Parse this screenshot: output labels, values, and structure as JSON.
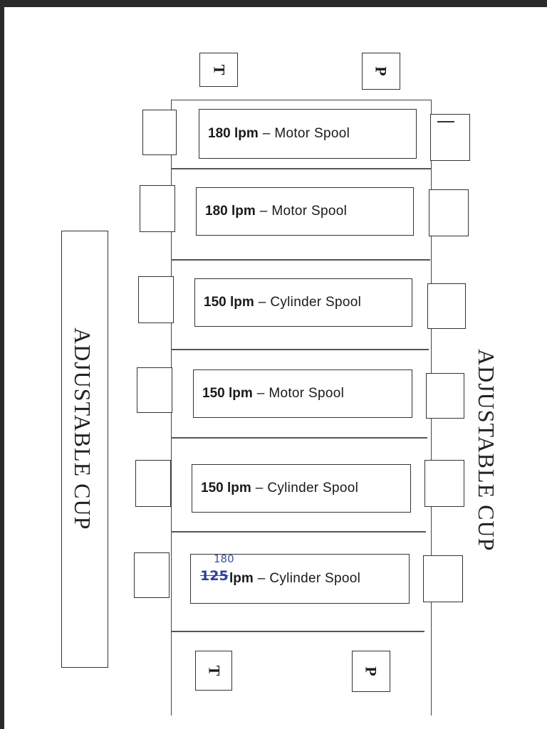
{
  "ports": {
    "tank": "T",
    "pressure": "P"
  },
  "side_text": "ADJUSTABLE CUP",
  "spools": [
    {
      "flow": "180 lpm",
      "sep": "–",
      "type": "Motor Spool"
    },
    {
      "flow": "180 lpm",
      "sep": "–",
      "type": "Motor Spool"
    },
    {
      "flow": "150 lpm",
      "sep": "–",
      "type": "Cylinder Spool"
    },
    {
      "flow": "150 lpm",
      "sep": "–",
      "type": "Motor Spool"
    },
    {
      "flow": "150 lpm",
      "sep": "–",
      "type": "Cylinder Spool"
    },
    {
      "flow": "lpm",
      "sep": "–",
      "type": "Cylinder Spool",
      "struck_value": "125",
      "handwritten_correction": "180"
    }
  ],
  "colors": {
    "ink": "#1a1a1a",
    "handwriting": "#3a4fb8"
  }
}
